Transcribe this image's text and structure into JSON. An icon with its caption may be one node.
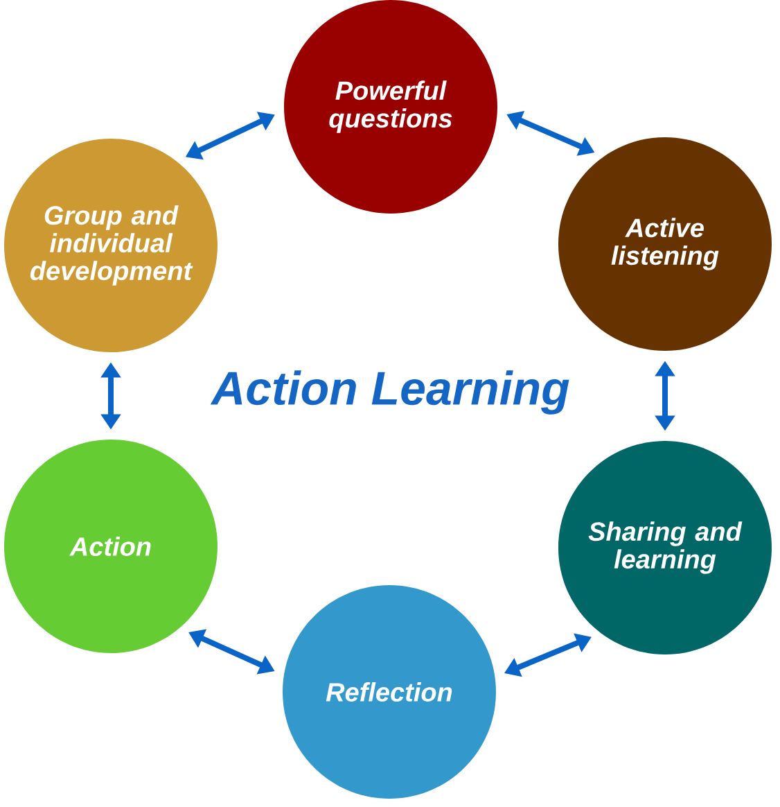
{
  "diagram": {
    "title": "Action Learning",
    "nodes": [
      {
        "text": [
          "Powerful questions"
        ]
      },
      {
        "text": [
          "Group and individual development"
        ]
      },
      {
        "text": [
          "Active listening"
        ]
      },
      {
        "text": [
          "Action"
        ]
      },
      {
        "text": [
          "Sharing and learning"
        ]
      },
      {
        "text": [
          "Reflection"
        ]
      }
    ],
    "edges": [
      {
        "from": 0,
        "to": 2,
        "arrow": "both"
      },
      {
        "from": 2,
        "to": 4,
        "arrow": "both"
      },
      {
        "from": 4,
        "to": 5,
        "arrow": "both"
      },
      {
        "from": 5,
        "to": 3,
        "arrow": "both"
      },
      {
        "from": 3,
        "to": 1,
        "arrow": "both"
      },
      {
        "from": 1,
        "to": 0,
        "arrow": "both"
      }
    ]
  }
}
